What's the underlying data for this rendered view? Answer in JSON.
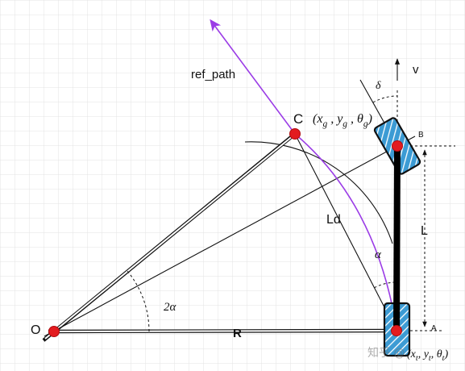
{
  "labels": {
    "ref_path": "ref_path",
    "point_c": "C",
    "point_o": "O",
    "point_b": "B",
    "point_a": "A",
    "radius": "R",
    "lookahead": "Ld",
    "wheelbase": "L",
    "velocity": "v",
    "steer_angle": "δ",
    "alpha": "α",
    "two_alpha": "2α"
  },
  "goal_pose": [
    {
      "text": "(x"
    },
    {
      "sub": "g"
    },
    {
      "text": " , y"
    },
    {
      "sub": "g"
    },
    {
      "text": " , θ"
    },
    {
      "sub": "g"
    },
    {
      "text": ")"
    }
  ],
  "vehicle_pose": [
    {
      "text": "(x"
    },
    {
      "sub": "t"
    },
    {
      "text": ", y"
    },
    {
      "sub": "t"
    },
    {
      "text": ", θ"
    },
    {
      "sub": "t"
    },
    {
      "text": ")"
    }
  ],
  "watermark": "知乎 @",
  "colors": {
    "path": "#9b3ce6",
    "wheel": "#3c9bd4",
    "point": "#e31b1f",
    "grid": "#e3e3e3"
  }
}
